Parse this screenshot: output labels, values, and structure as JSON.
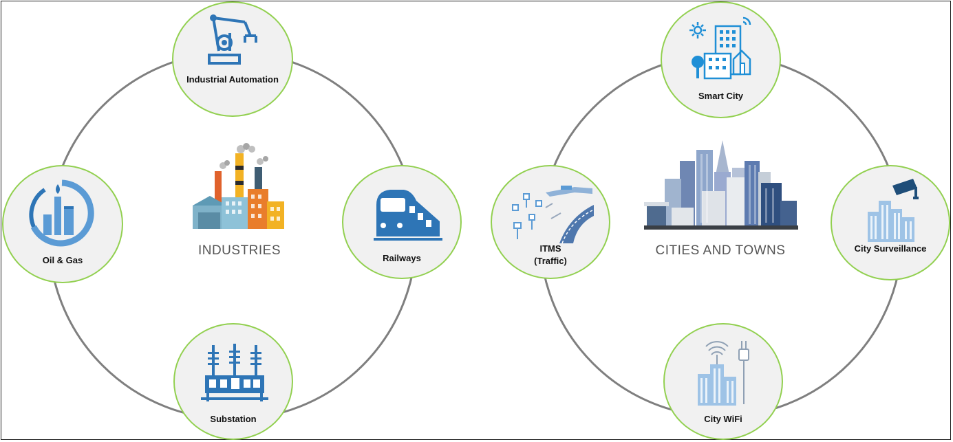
{
  "industries": {
    "title": "INDUSTRIES",
    "nodes": {
      "top": "Industrial Automation",
      "left": "Oil & Gas",
      "right": "Railways",
      "bottom": "Substation"
    }
  },
  "cities": {
    "title": "CITIES AND TOWNS",
    "nodes": {
      "top": "Smart City",
      "left_line1": "ITMS",
      "left_line2": "(Traffic)",
      "right": "City Surveillance",
      "bottom": "City WiFi"
    }
  },
  "colors": {
    "ring": "#7f7f7f",
    "node_border": "#92d050",
    "node_fill": "#f1f1f1",
    "icon_blue": "#2e75b6",
    "icon_light_blue": "#5b9bd5"
  }
}
